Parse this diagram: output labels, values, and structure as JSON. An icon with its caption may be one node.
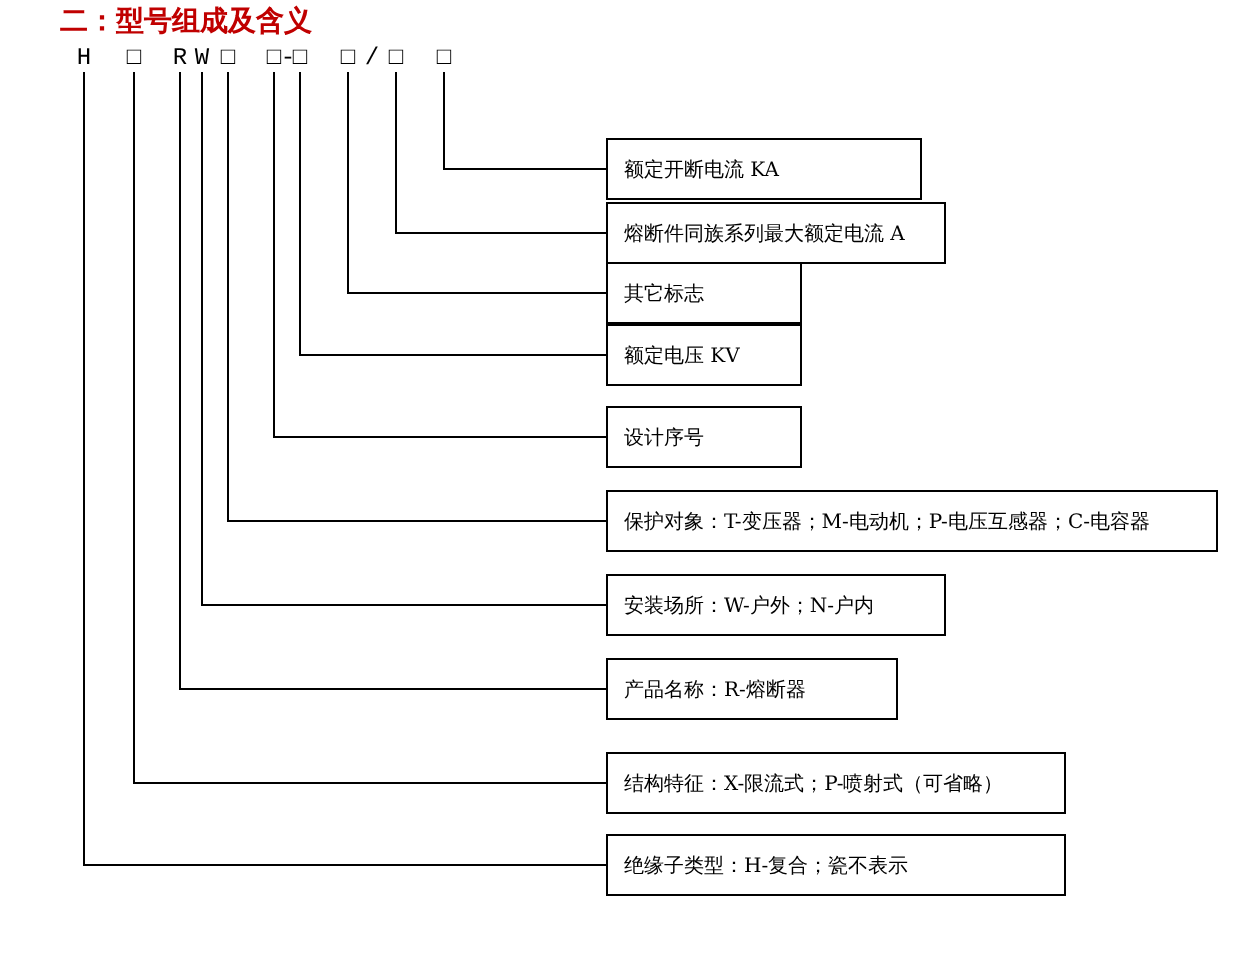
{
  "diagram": {
    "title": "二：型号组成及含义",
    "nodes": [
      {
        "text": [
          "H"
        ]
      },
      {
        "text": [
          "□"
        ]
      },
      {
        "text": [
          "R"
        ]
      },
      {
        "text": [
          "W"
        ]
      },
      {
        "text": [
          "□"
        ]
      },
      {
        "text": [
          "□"
        ]
      },
      {
        "text": [
          "□"
        ]
      },
      {
        "text": [
          "□"
        ]
      },
      {
        "text": [
          "□"
        ]
      },
      {
        "text": [
          "□"
        ]
      },
      {
        "text": [
          "额定开断电流 KA"
        ]
      },
      {
        "text": [
          "熔断件同族系列最大额定电流 A"
        ]
      },
      {
        "text": [
          "其它标志"
        ]
      },
      {
        "text": [
          "额定电压 KV"
        ]
      },
      {
        "text": [
          "设计序号"
        ]
      },
      {
        "text": [
          "保护对象：T-变压器；M-电动机；P-电压互感器；C-电容器"
        ]
      },
      {
        "text": [
          "安装场所：W-户外；N-户内"
        ]
      },
      {
        "text": [
          "产品名称：R-熔断器"
        ]
      },
      {
        "text": [
          "结构特征：X-限流式；P-喷射式（可省略）"
        ]
      },
      {
        "text": [
          "绝缘子类型：H-复合；瓷不表示"
        ]
      }
    ],
    "edges": [
      {
        "from": 0,
        "to": 19,
        "arrow": "none"
      },
      {
        "from": 1,
        "to": 18,
        "arrow": "none"
      },
      {
        "from": 2,
        "to": 17,
        "arrow": "none"
      },
      {
        "from": 3,
        "to": 16,
        "arrow": "none"
      },
      {
        "from": 4,
        "to": 15,
        "arrow": "none"
      },
      {
        "from": 5,
        "to": 14,
        "arrow": "none"
      },
      {
        "from": 6,
        "to": 13,
        "arrow": "none"
      },
      {
        "from": 7,
        "to": 12,
        "arrow": "none"
      },
      {
        "from": 8,
        "to": 11,
        "arrow": "none"
      },
      {
        "from": 9,
        "to": 10,
        "arrow": "none"
      }
    ],
    "labels": [
      "-",
      "/"
    ]
  }
}
